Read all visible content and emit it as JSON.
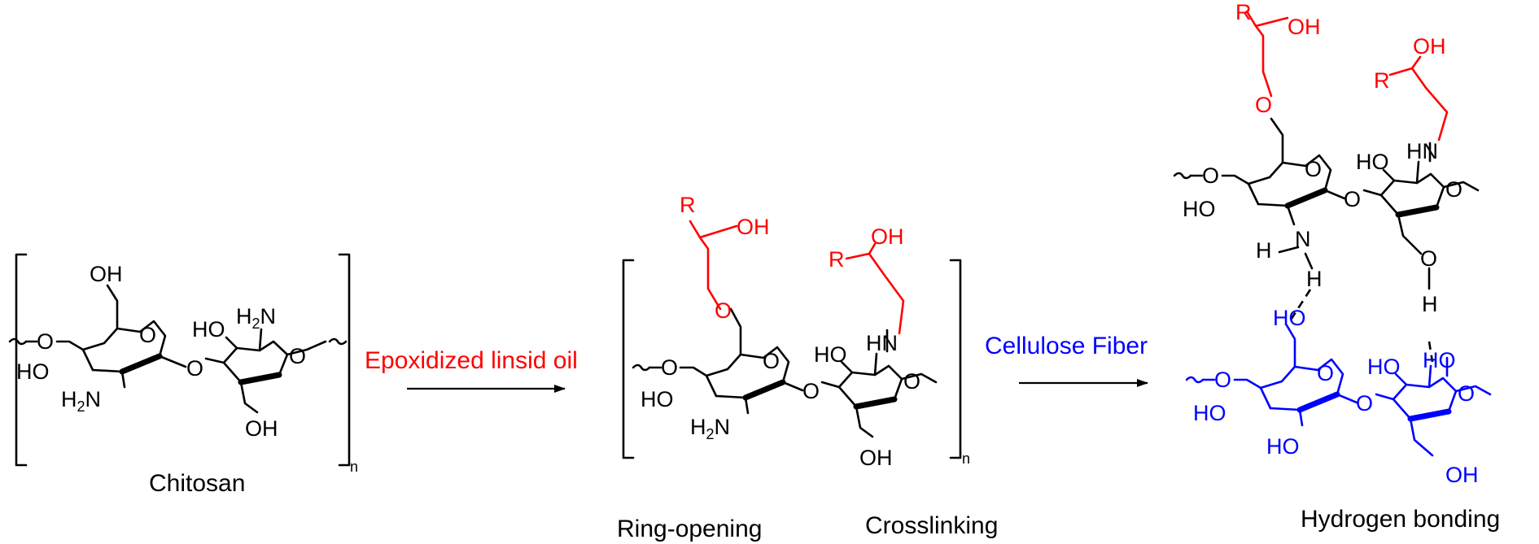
{
  "atoms": {
    "oh": "OH",
    "ho": "HO",
    "h2n": "H₂N",
    "nh2": "H₂N",
    "hn": "HN",
    "o": "O",
    "h": "H",
    "r": "R",
    "n_sub": "n"
  },
  "reaction_1": {
    "reagent": "Epoxidized linsid oil",
    "reagent_color": "#ff0000"
  },
  "reaction_2": {
    "reagent": "Cellulose Fiber",
    "reagent_color": "#0000ff"
  },
  "captions": {
    "chitosan": "Chitosan",
    "ring_opening": "Ring-opening",
    "crosslinking": "Crosslinking",
    "hydrogen_bonding": "Hydrogen bonding"
  },
  "colors": {
    "chitosan_backbone": "#000000",
    "oil_fragment": "#ff0000",
    "cellulose": "#0000ff"
  }
}
